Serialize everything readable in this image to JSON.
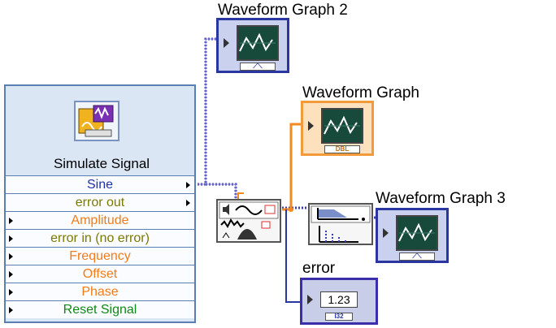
{
  "graphs": {
    "g2_label": "Waveform Graph 2",
    "g1_label": "Waveform Graph",
    "g3_label": "Waveform Graph 3",
    "g1_footer": "DBL"
  },
  "error_indicator": {
    "label": "error",
    "value": "1.23",
    "footer": "I32"
  },
  "express_vi": {
    "title": "Simulate Signal",
    "terminals": [
      {
        "label": "Sine",
        "color": "#1f2fb0"
      },
      {
        "label": "error out",
        "color": "#7b7a00"
      },
      {
        "label": "Amplitude",
        "color": "#f07c1a"
      },
      {
        "label": "error in (no error)",
        "color": "#7b7a00"
      },
      {
        "label": "Frequency",
        "color": "#f07c1a"
      },
      {
        "label": "Offset",
        "color": "#f07c1a"
      },
      {
        "label": "Phase",
        "color": "#f07c1a"
      },
      {
        "label": "Reset Signal",
        "color": "#0f8a15"
      }
    ]
  },
  "colors": {
    "waveform_wire": "#3b3bb4",
    "dbl_wire": "#f5891f",
    "int_wire": "#2a36a0"
  }
}
